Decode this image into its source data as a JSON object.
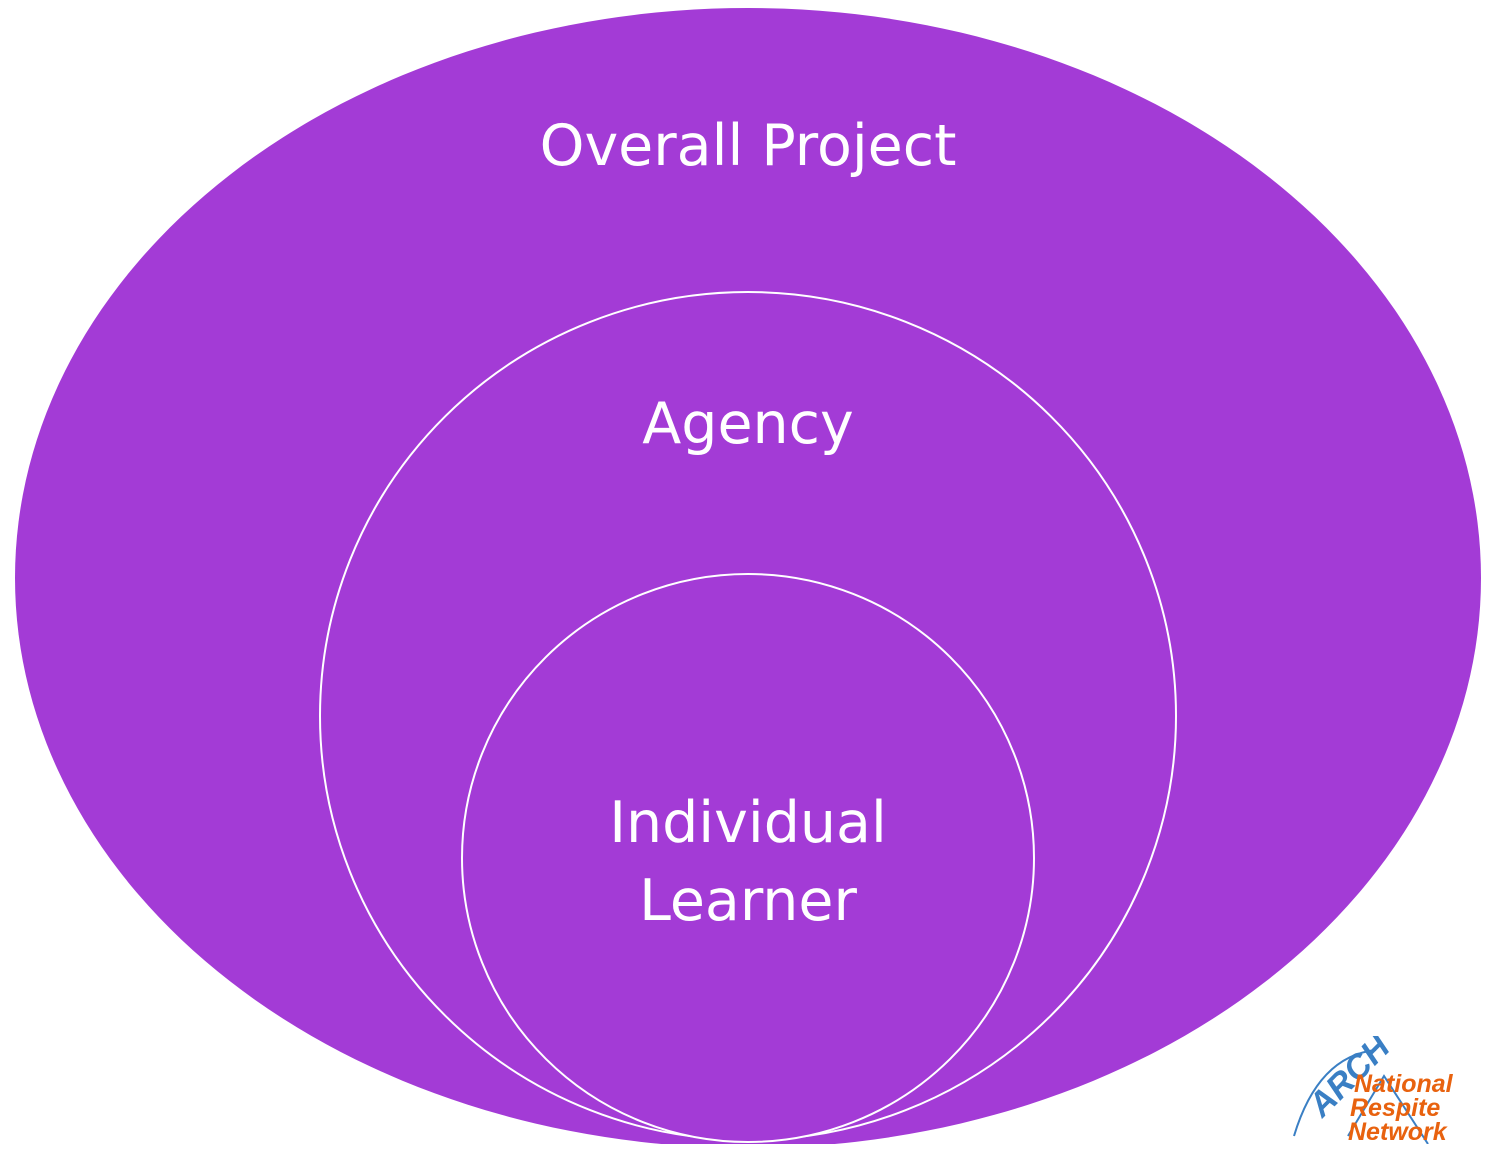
{
  "diagram": {
    "fill_color": "#a33bd6",
    "stroke_color": "#ffffff",
    "circles": [
      {
        "id": "outer",
        "label": "Overall Project"
      },
      {
        "id": "middle",
        "label": "Agency"
      },
      {
        "id": "inner",
        "label_lines": [
          "Individual",
          "Learner"
        ]
      }
    ]
  },
  "logo": {
    "mark": "ARCH",
    "lines": [
      "National",
      "Respite",
      "Network"
    ],
    "mark_color": "#3a7fc4",
    "text_color": "#e8620f"
  }
}
